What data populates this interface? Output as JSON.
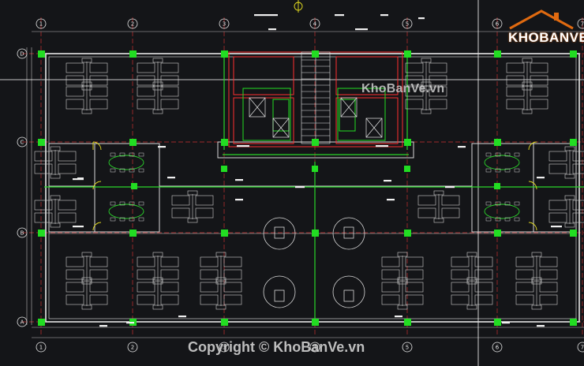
{
  "drawing": {
    "grid_columns": [
      "1",
      "2",
      "3",
      "4",
      "5",
      "6",
      "7"
    ],
    "grid_rows": [
      "D",
      "C",
      "B",
      "A"
    ]
  },
  "watermark": {
    "logo_text": "KHOBANVE",
    "center_text": "KhoBanVe.vn",
    "copyright": "Copyright © KhoBanVe.vn"
  },
  "colors": {
    "background": "#141518",
    "gridline": "#c83030",
    "wall": "#e6e6e6",
    "column": "#22dd22",
    "core": "#ff3030",
    "accent": "#2ad82a",
    "logo": "#e06a10"
  }
}
